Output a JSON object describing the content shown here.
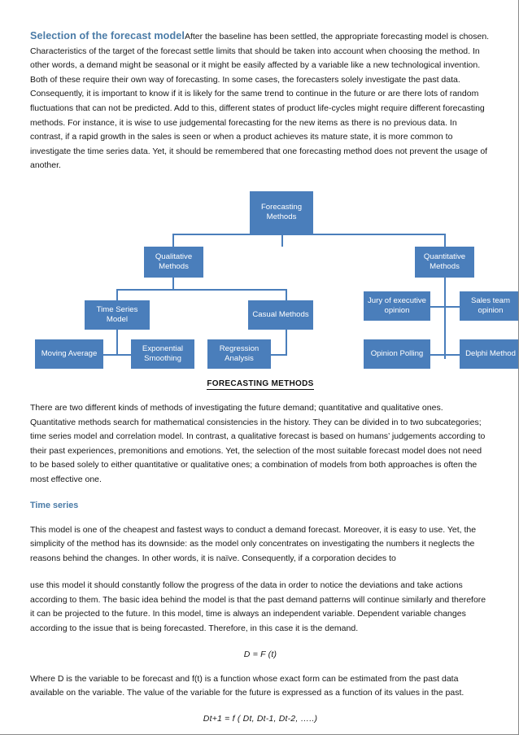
{
  "document": {
    "heading_inline": "Selection of the forecast model",
    "paragraph_1": "After the baseline has been settled, the appropriate forecasting model is chosen. Characteristics of the target of the forecast settle limits that should be taken into account when choosing the method. In other words, a demand might be seasonal or it might be easily affected by a variable like a new technological invention. Both of these require their own way of forecasting. In some cases, the forecasters solely investigate the past data. Consequently, it is important to know if it is likely for the same trend to continue in the future or are there lots of random fluctuations that can not be predicted. Add to this, different states of product life-cycles might require different forecasting methods. For instance, it is wise to use judgemental forecasting for the new items as there is no previous data. In contrast, if a rapid growth in the sales is seen or when a product achieves its mature state, it is more common to investigate the time series data. Yet, it should be remembered that one forecasting method does not prevent the usage of another.",
    "figure_caption": "FORECASTING METHODS",
    "paragraph_2": "There are two different kinds of methods of investigating the future demand; quantitative and qualitative ones. Quantitative methods search for mathematical consistencies in the history. They can be divided in to two subcategories; time series model and correlation model. In contrast, a qualitative forecast is based on humans’ judgements according to their past experiences, premonitions and emotions. Yet, the selection of the most suitable forecast model does not need to be based solely to either quantitative or qualitative ones; a combination of models from both approaches is often the most effective one.",
    "section_heading_time_series": "Time series",
    "paragraph_3": "This model is one of the cheapest and fastest ways to conduct a demand forecast. Moreover, it is easy to use. Yet, the simplicity of the method has its downside: as the model only concentrates on investigating the numbers it neglects the reasons behind the changes. In other words, it is naïve. Consequently, if a corporation decides to",
    "paragraph_4": "use this model it should constantly follow the progress of the data in order to notice the deviations and take actions according to them. The basic idea behind the model is that the past demand patterns will continue similarly and therefore it can be projected to the future. In this model, time is always an independent variable. Dependent variable changes according to the issue that is being forecasted. Therefore, in this case it is the demand.",
    "formula_1": "D = F (t)",
    "paragraph_5": "Where D is the variable to be forecast and f(t) is a function whose exact form can be estimated from the past data available on the variable. The value of the variable for the future is expressed as a function of its values in the past.",
    "formula_2": "Dt+1 = f ( Dt, Dt-1, Dt-2, …..)"
  },
  "colors": {
    "node_fill": "#4a7ebb",
    "heading_blue": "#4a7ba7",
    "connector": "#4a7ebb",
    "node_text": "#ffffff",
    "body_text": "#171717"
  },
  "diagram": {
    "title": "FORECASTING METHODS",
    "nodes": [
      {
        "id": "forecasting-methods",
        "label": "Forecasting Methods"
      },
      {
        "id": "qualitative-methods",
        "label": "Qualitative Methods"
      },
      {
        "id": "quantitative-methods",
        "label": "Quantitative Methods"
      },
      {
        "id": "time-series-model",
        "label": "Time Series Model"
      },
      {
        "id": "casual-methods",
        "label": "Casual Methods"
      },
      {
        "id": "jury-of-executive-opinion",
        "label": "Jury of executive opinion"
      },
      {
        "id": "sales-team-opinion",
        "label": "Sales team opinion"
      },
      {
        "id": "moving-average",
        "label": "Moving Average"
      },
      {
        "id": "exponential-smoothing",
        "label": "Exponential Smoothing"
      },
      {
        "id": "regression-analysis",
        "label": "Regression Analysis"
      },
      {
        "id": "opinion-polling",
        "label": "Opinion Polling"
      },
      {
        "id": "delphi-method",
        "label": "Delphi Method"
      }
    ]
  }
}
